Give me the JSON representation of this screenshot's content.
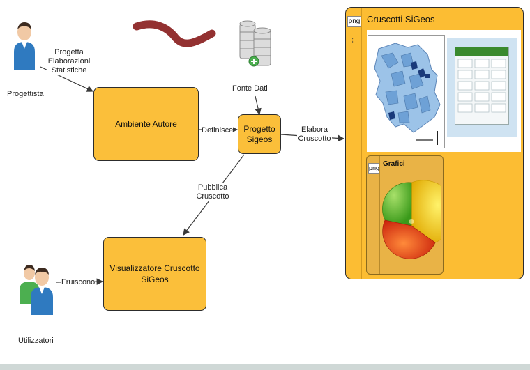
{
  "nodes": {
    "ambiente_autore": "Ambiente Autore",
    "progetto_sigeos": "Progetto\nSigeos",
    "visualizzatore": "Visualizzatore Cruscotto\nSiGeos"
  },
  "actors": {
    "progettista": "Progettista",
    "utilizzatori": "Utilizzatori",
    "fonte_dati": "Fonte Dati"
  },
  "edges": {
    "progetta": "Progetta\nElaborazioni\nStatistiche",
    "definisce": "Definisce",
    "elabora": "Elabora\nCruscotto",
    "pubblica": "Pubblica\nCruscotto",
    "fruiscono": "Fruiscono"
  },
  "cruscotti": {
    "tag": "png",
    "title": "Cruscotti SiGeos",
    "grafici_tag": "png",
    "grafici_title": "Grafici"
  },
  "colors": {
    "box_fill": "#fbbf3a",
    "panel_fill": "#fcbd33",
    "arrow": "#3a3a3a",
    "person_blue": "#2f7ac0",
    "person_green": "#4caf50"
  },
  "icons": [
    "person-icon",
    "group-icon",
    "database-icon",
    "map-thumbnail",
    "table-thumbnail",
    "pie-chart-icon"
  ]
}
